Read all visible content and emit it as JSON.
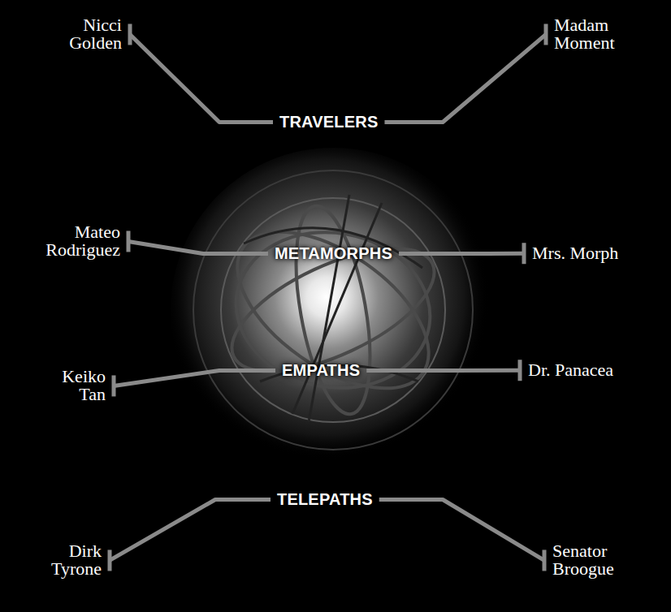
{
  "diagram": {
    "nodes": [
      {
        "text": [
          "Nicci Golden"
        ]
      },
      {
        "text": [
          "Madam Moment"
        ]
      },
      {
        "text": [
          "TRAVELERS"
        ]
      },
      {
        "text": [
          "Mateo Rodriguez"
        ]
      },
      {
        "text": [
          "METAMORPHS"
        ]
      },
      {
        "text": [
          "Mrs. Morph"
        ]
      },
      {
        "text": [
          "Keiko Tan"
        ]
      },
      {
        "text": [
          "EMPATHS"
        ]
      },
      {
        "text": [
          "Dr. Panacea"
        ]
      },
      {
        "text": [
          "TELEPATHS"
        ]
      },
      {
        "text": [
          "Dirk Tyrone"
        ]
      },
      {
        "text": [
          "Senator Broogue"
        ]
      }
    ],
    "edges": [
      {
        "from": 0,
        "to": 2,
        "arrow": "none"
      },
      {
        "from": 1,
        "to": 2,
        "arrow": "none"
      },
      {
        "from": 3,
        "to": 4,
        "arrow": "none"
      },
      {
        "from": 5,
        "to": 4,
        "arrow": "none"
      },
      {
        "from": 6,
        "to": 7,
        "arrow": "none"
      },
      {
        "from": 8,
        "to": 7,
        "arrow": "none"
      },
      {
        "from": 10,
        "to": 9,
        "arrow": "none"
      },
      {
        "from": 11,
        "to": 9,
        "arrow": "none"
      }
    ]
  }
}
